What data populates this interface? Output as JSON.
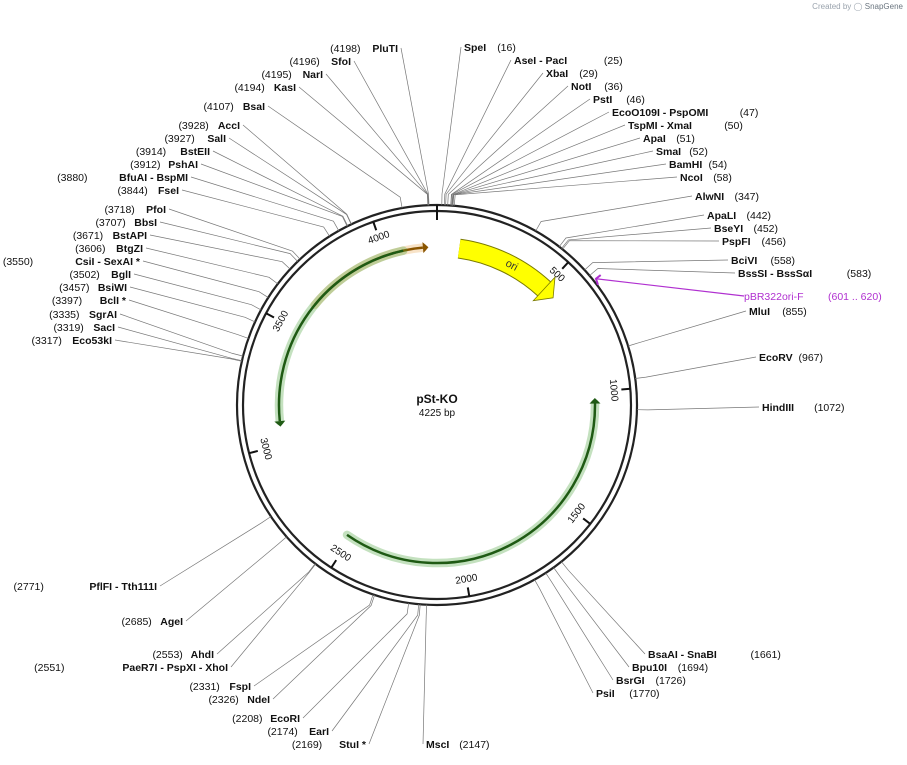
{
  "credit": {
    "prefix": "Created by",
    "brand": "SnapGene"
  },
  "plasmid": {
    "name": "pSt-KO",
    "size_label": "4225 bp",
    "length": 4225
  },
  "ticks": [
    "500",
    "1000",
    "1500",
    "2000",
    "2500",
    "3000",
    "3500",
    "4000"
  ],
  "features": [
    {
      "kind": "arc",
      "label": "ori",
      "color": "#ffff00",
      "stroke": "#7a7a00"
    },
    {
      "kind": "arc",
      "label": "",
      "color": "#e8a24a",
      "stroke": "#8a5500"
    },
    {
      "kind": "arc",
      "label": "",
      "color": "#3a9a2a",
      "stroke": "#1f5a14"
    },
    {
      "kind": "arc",
      "label": "",
      "color": "#3a9a2a",
      "stroke": "#1f5a14"
    },
    {
      "kind": "arc",
      "label": "",
      "color": "#3a9a2a",
      "stroke": "#1f5a14"
    },
    {
      "kind": "primer",
      "name": "pBR322ori-F",
      "range": "(601 .. 620)",
      "color": "#b030d0"
    }
  ],
  "sites": [
    {
      "name": "PluTI",
      "pos": "(4198)"
    },
    {
      "name": "SfoI",
      "pos": "(4196)"
    },
    {
      "name": "NarI",
      "pos": "(4195)"
    },
    {
      "name": "KasI",
      "pos": "(4194)"
    },
    {
      "name": "BsaI",
      "pos": "(4107)"
    },
    {
      "name": "AccI",
      "pos": "(3928)"
    },
    {
      "name": "SalI",
      "pos": "(3927)"
    },
    {
      "name": "BstEII",
      "pos": "(3914)"
    },
    {
      "name": "PshAI",
      "pos": "(3912)"
    },
    {
      "name": "BfuAI   - BspMI",
      "pos": "(3880)"
    },
    {
      "name": "FseI",
      "pos": "(3844)"
    },
    {
      "name": "PfoI",
      "pos": "(3718)"
    },
    {
      "name": "BbsI",
      "pos": "(3707)"
    },
    {
      "name": "BstAPI",
      "pos": "(3671)"
    },
    {
      "name": "BtgZI",
      "pos": "(3606)"
    },
    {
      "name": "CsiI   - SexAI *",
      "pos": "(3550)"
    },
    {
      "name": "BglI",
      "pos": "(3502)"
    },
    {
      "name": "BsiWI",
      "pos": "(3457)"
    },
    {
      "name": "BclI *",
      "pos": "(3397)"
    },
    {
      "name": "SgrAI",
      "pos": "(3335)"
    },
    {
      "name": "SacI",
      "pos": "(3319)"
    },
    {
      "name": "Eco53kI",
      "pos": "(3317)"
    },
    {
      "name": "SpeI",
      "pos": "(16)"
    },
    {
      "name": "AseI   - PacI",
      "pos": "(25)"
    },
    {
      "name": "XbaI",
      "pos": "(29)"
    },
    {
      "name": "NotI",
      "pos": "(36)"
    },
    {
      "name": "PstI",
      "pos": "(46)"
    },
    {
      "name": "EcoO109I   - PspOMI",
      "pos": "(47)"
    },
    {
      "name": "TspMI   - XmaI",
      "pos": "(50)"
    },
    {
      "name": "ApaI",
      "pos": "(51)"
    },
    {
      "name": "SmaI",
      "pos": "(52)"
    },
    {
      "name": "BamHI",
      "pos": "(54)"
    },
    {
      "name": "NcoI",
      "pos": "(58)"
    },
    {
      "name": "AlwNI",
      "pos": "(347)"
    },
    {
      "name": "ApaLI",
      "pos": "(442)"
    },
    {
      "name": "BseYI",
      "pos": "(452)"
    },
    {
      "name": "PspFI",
      "pos": "(456)"
    },
    {
      "name": "BciVI",
      "pos": "(558)"
    },
    {
      "name": "BssSI   - BssSαI",
      "pos": "(583)"
    },
    {
      "name": "MluI",
      "pos": "(855)"
    },
    {
      "name": "EcoRV",
      "pos": "(967)"
    },
    {
      "name": "HindIII",
      "pos": "(1072)"
    },
    {
      "name": "BsaAI   - SnaBI",
      "pos": "(1661)"
    },
    {
      "name": "Bpu10I",
      "pos": "(1694)"
    },
    {
      "name": "BsrGI",
      "pos": "(1726)"
    },
    {
      "name": "PsiI",
      "pos": "(1770)"
    },
    {
      "name": "PflFI   - Tth111I",
      "pos": "(2771)"
    },
    {
      "name": "AgeI",
      "pos": "(2685)"
    },
    {
      "name": "AhdI",
      "pos": "(2553)"
    },
    {
      "name": "PaeR7I   - PspXI   - XhoI",
      "pos": "(2551)"
    },
    {
      "name": "FspI",
      "pos": "(2331)"
    },
    {
      "name": "NdeI",
      "pos": "(2326)"
    },
    {
      "name": "EcoRI",
      "pos": "(2208)"
    },
    {
      "name": "EarI",
      "pos": "(2174)"
    },
    {
      "name": "StuI *",
      "pos": "(2169)"
    },
    {
      "name": "MscI",
      "pos": "(2147)"
    }
  ]
}
